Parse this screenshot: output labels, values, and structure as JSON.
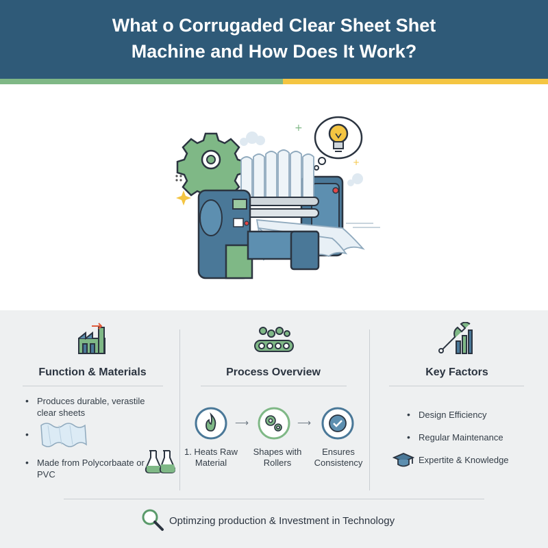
{
  "header": {
    "title_line1": "What o Corrugaded Clear Sheet Shet",
    "title_line2": "Machine and How Does It Work?"
  },
  "colors": {
    "header_bg": "#2f5a78",
    "accent_green": "#7fb886",
    "accent_yellow": "#f4c542",
    "bottom_bg": "#eef0f1"
  },
  "hero": {
    "illustration": "corrugated-sheet-machine-illustration",
    "icons": [
      "gear-icon",
      "lightbulb-icon"
    ]
  },
  "columns": {
    "function": {
      "title": "Function & Materials",
      "icon": "factory-icon",
      "bullet1": "Produces durable, verastile clear sheets",
      "bullet3": "Made from Polycorbaate or PVC",
      "sheet_icon": "corrugated-sheet-icon",
      "flask_icon": "flasks-icon"
    },
    "process": {
      "title": "Process Overview",
      "icon": "conveyor-icon",
      "steps": [
        {
          "label": "1. Heats Raw Material",
          "icon": "flame-icon"
        },
        {
          "label": "Shapes with Rollers",
          "icon": "gears-icon"
        },
        {
          "label": "Ensures Consistency",
          "icon": "check-icon"
        }
      ]
    },
    "factors": {
      "title": "Key Factors",
      "icon": "wrench-chart-icon",
      "items": [
        "Design Efficiency",
        "Regular Maintenance",
        "Expertite & Knowledge"
      ],
      "cap_icon": "graduation-cap-icon"
    }
  },
  "footer": {
    "text": "Optimzing production & Investment in Technology",
    "icon": "magnifier-icon"
  }
}
